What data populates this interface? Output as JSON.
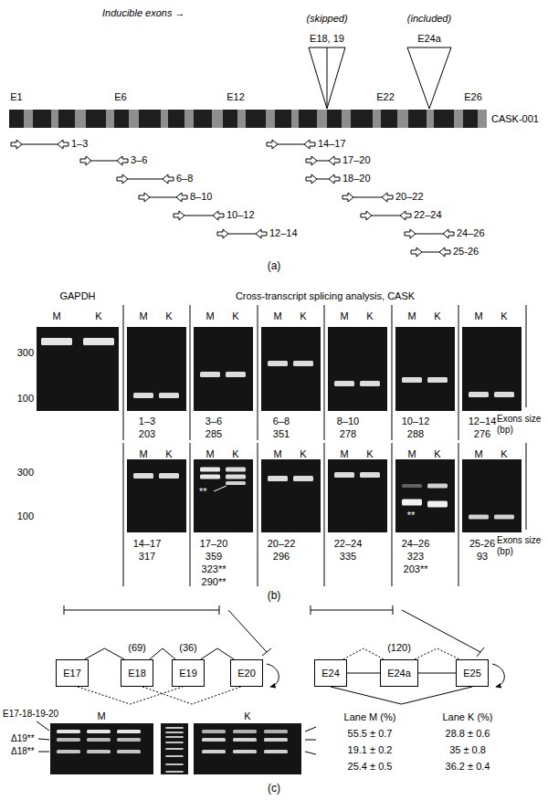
{
  "diagram": {
    "nodes": [
      {
        "text": [
          "E17"
        ]
      },
      {
        "text": [
          "E18"
        ]
      },
      {
        "text": [
          "E19"
        ]
      },
      {
        "text": [
          "E20"
        ]
      },
      {
        "text": [
          "E24"
        ]
      },
      {
        "text": [
          "E24a"
        ]
      },
      {
        "text": [
          "E25"
        ]
      }
    ],
    "edges": [
      {
        "from": 0,
        "to": 1,
        "arrow": "none"
      },
      {
        "from": 1,
        "to": 2,
        "arrow": "none"
      },
      {
        "from": 2,
        "to": 3,
        "arrow": "none"
      },
      {
        "from": 0,
        "to": 2,
        "arrow": "none"
      },
      {
        "from": 1,
        "to": 3,
        "arrow": "none"
      },
      {
        "from": 4,
        "to": 5,
        "arrow": "none"
      },
      {
        "from": 5,
        "to": 6,
        "arrow": "none"
      },
      {
        "from": 4,
        "to": 5,
        "arrow": "none"
      },
      {
        "from": 5,
        "to": 6,
        "arrow": "none"
      },
      {
        "from": 4,
        "to": 6,
        "arrow": "none"
      }
    ],
    "labels": [
      "Inducible exons →",
      "(skipped)",
      "E18, 19",
      "(included)",
      "E24a",
      "E1",
      "E6",
      "E12",
      "E22",
      "E26",
      "CASK-001",
      "1–3",
      "3–6",
      "6–8",
      "8–10",
      "10–12",
      "12–14",
      "14–17",
      "17–20",
      "18–20",
      "20–22",
      "22–24",
      "24–26",
      "25-26",
      "(a)",
      "GAPDH",
      "Cross-transcript splicing analysis, CASK",
      "M",
      "K",
      "M",
      "K",
      "M",
      "K",
      "M",
      "K",
      "M",
      "K",
      "M",
      "K",
      "M",
      "K",
      "300",
      "100",
      "1–3",
      "203",
      "3–6",
      "285",
      "6–8",
      "351",
      "8–10",
      "278",
      "10–12",
      "288",
      "12–14",
      "276",
      "Exons size (bp)",
      "M",
      "K",
      "M",
      "K",
      "M",
      "K",
      "M",
      "K",
      "M",
      "K",
      "M",
      "K",
      "300",
      "100",
      "14–17",
      "317",
      "17–20",
      "359",
      "323**",
      "290**",
      "20–22",
      "296",
      "22–24",
      "335",
      "24–26",
      "323",
      "203**",
      "25-26",
      "93",
      "Exons size (bp)",
      "**",
      "**",
      "(b)",
      "(69)",
      "(36)",
      "(120)",
      "M",
      "K",
      "E17-18-19-20",
      "Δ19**",
      "Δ18**",
      "Lane M (%)",
      "Lane K (%)",
      "55.5 ± 0.7",
      "19.1 ± 0.2",
      "25.4 ± 0.5",
      "28.8 ± 0.6",
      "35 ± 0.8",
      "36.2 ± 0.4",
      "(c)"
    ]
  }
}
